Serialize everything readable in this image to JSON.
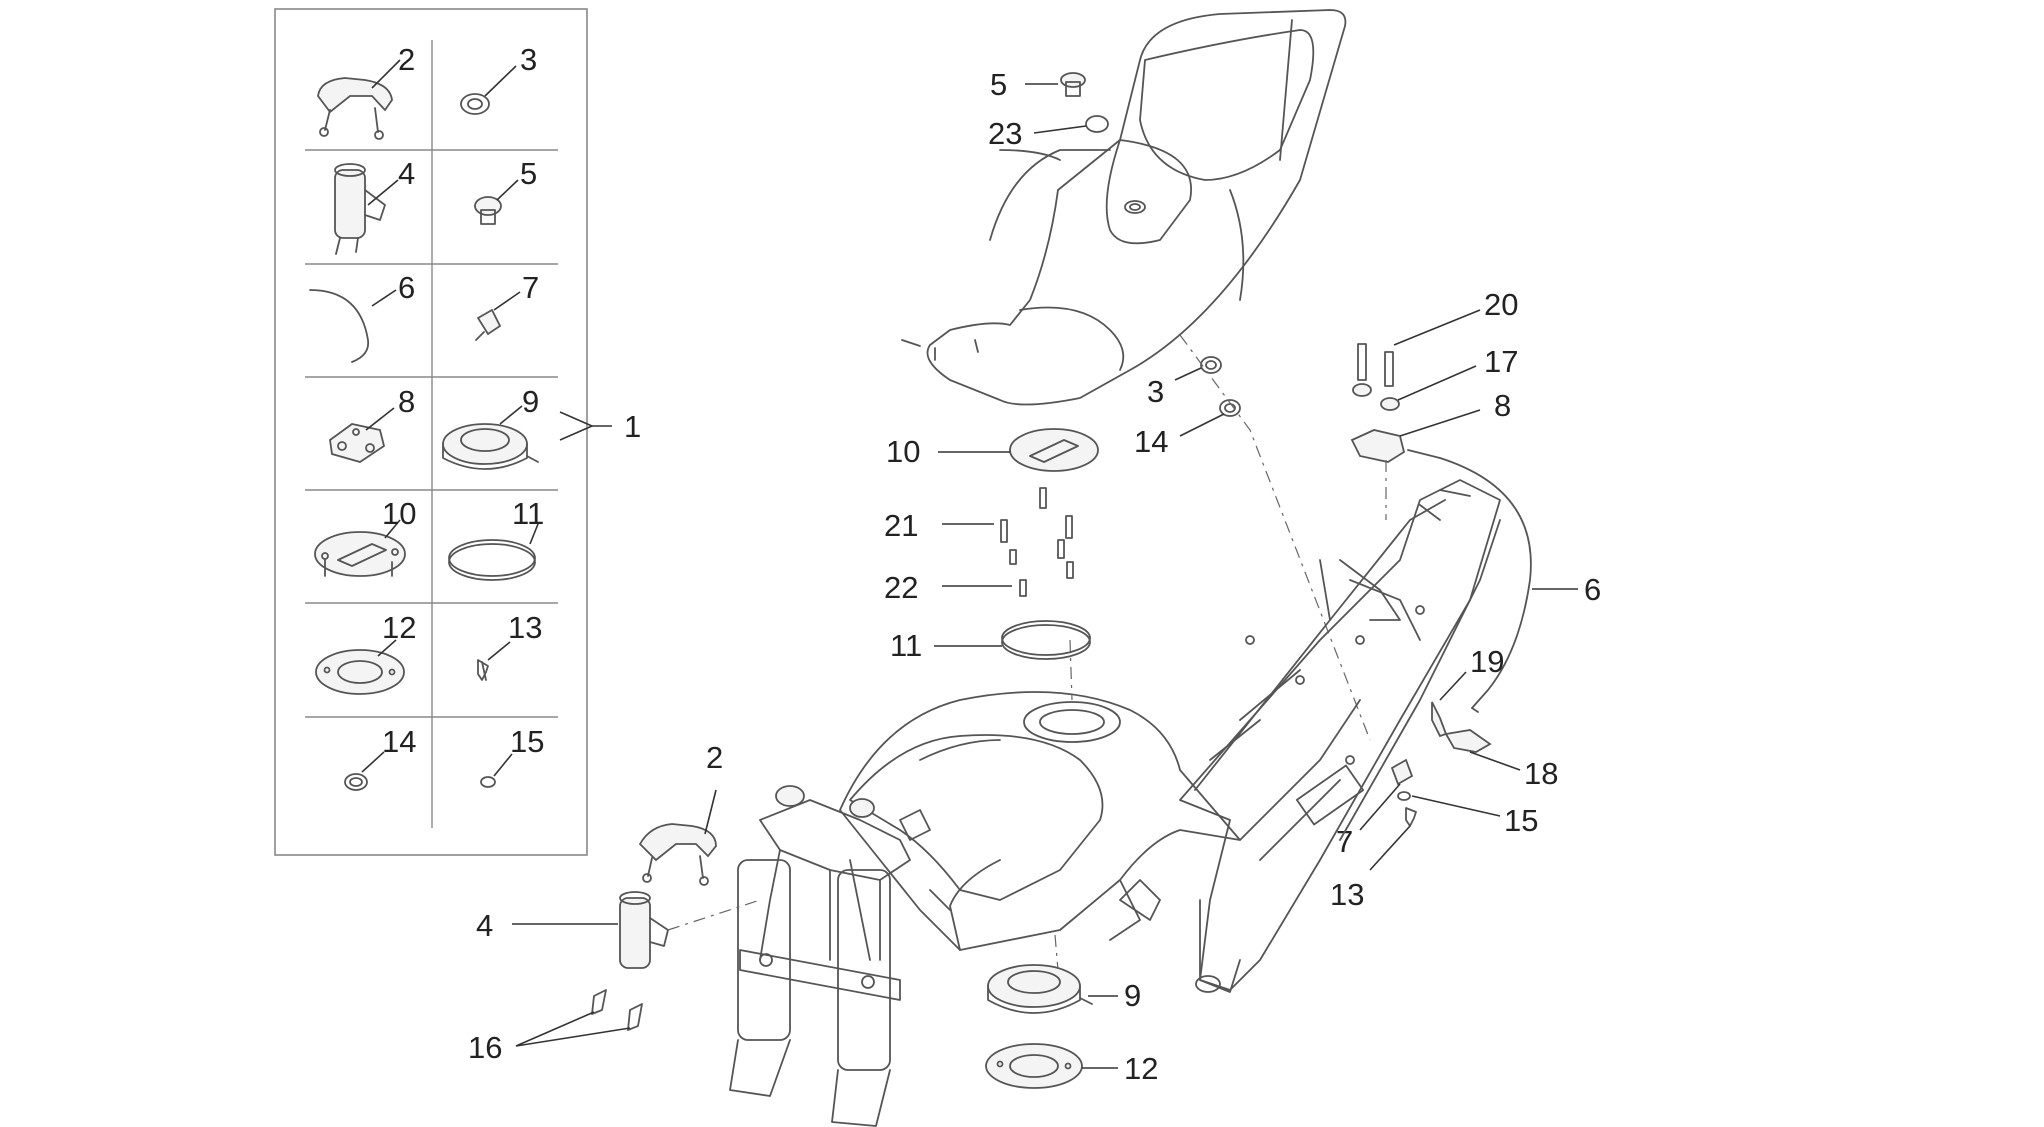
{
  "kit": {
    "number": "1",
    "cells": [
      "2",
      "3",
      "4",
      "5",
      "6",
      "7",
      "8",
      "9",
      "10",
      "11",
      "12",
      "13",
      "14",
      "15"
    ]
  },
  "callouts": {
    "seat_bolt": "5",
    "seat_washer": "23",
    "rear_bolt": "20",
    "rear_spacer": "17",
    "latch_plate": "8",
    "seat_grommet": "3",
    "seat_ring": "14",
    "cap_assembly": "10",
    "screws_upper": "21",
    "screws_lower": "22",
    "gasket": "11",
    "cable": "6",
    "lever": "19",
    "bracket": "18",
    "washer_frame": "15",
    "clip": "7",
    "screw_frame": "13",
    "lock_set": "2",
    "ignition": "4",
    "shear_bolts": "16",
    "flange": "9",
    "ring_plate": "12"
  }
}
